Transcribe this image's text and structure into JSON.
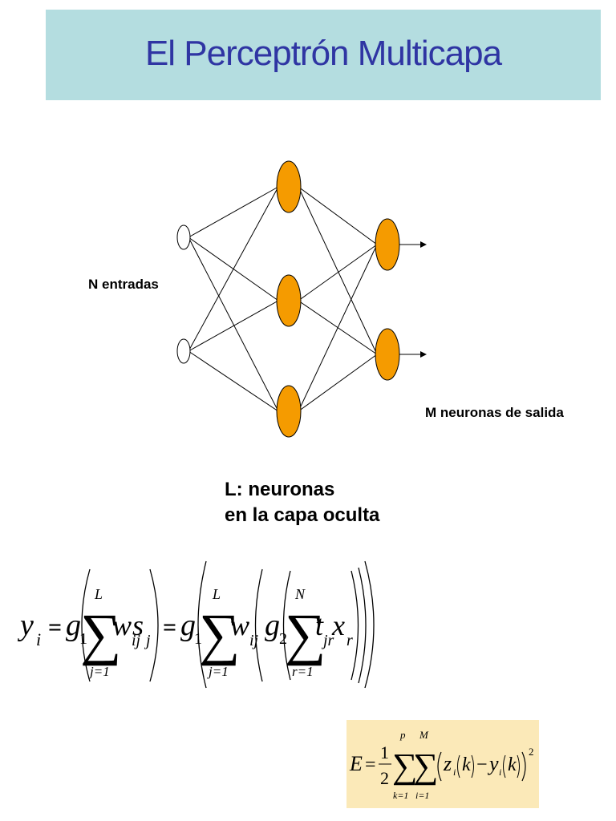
{
  "slide": {
    "title": "El Perceptrón Multicapa",
    "title_color": "#2f35a3",
    "title_bar_color": "#b4dde0"
  },
  "diagram": {
    "label_inputs": "N entradas",
    "label_outputs": "M neuronas de salida",
    "label_hidden_line1": "L: neuronas",
    "label_hidden_line2": "en la capa oculta",
    "neuron_color": "#f59b00",
    "input_node_color": "#ffffff",
    "input_nodes": 2,
    "hidden_nodes": 3,
    "output_nodes": 2
  },
  "formula_output": {
    "lhs": "y",
    "lhs_sub": "i",
    "g1": "g",
    "g1_sub": "1",
    "sum_upper": "L",
    "sum_lower": "j=1",
    "w": "w",
    "w_sub": "ij",
    "s": "s",
    "s_sub": "j",
    "g2": "g",
    "g2_sub": "2",
    "sum2_upper": "N",
    "sum2_lower": "r=1",
    "t": "t",
    "t_sub": "jr",
    "x": "x",
    "x_sub": "r",
    "equals": "="
  },
  "formula_error": {
    "lhs": "E",
    "equals": "=",
    "frac_num": "1",
    "frac_den": "2",
    "sum1_upper": "p",
    "sum1_lower": "k=1",
    "sum2_upper": "M",
    "sum2_lower": "i=1",
    "z": "z",
    "z_sub": "i",
    "k": "k",
    "minus": "−",
    "y": "y",
    "y_sub": "i",
    "power": "2",
    "box_color": "#fbe9b8"
  }
}
